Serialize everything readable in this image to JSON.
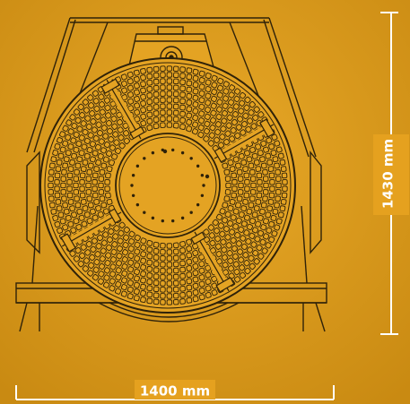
{
  "dimensions": {
    "width_label": "1400 mm",
    "height_label": "1430 mm"
  },
  "colors": {
    "background": "#e5a11f",
    "background_shade": "#c9860f",
    "line": "#2f2209",
    "dimension_line": "#ffffff"
  },
  "drum": {
    "outer_rings": 10,
    "segment_count": 4,
    "hole_count": 22
  }
}
